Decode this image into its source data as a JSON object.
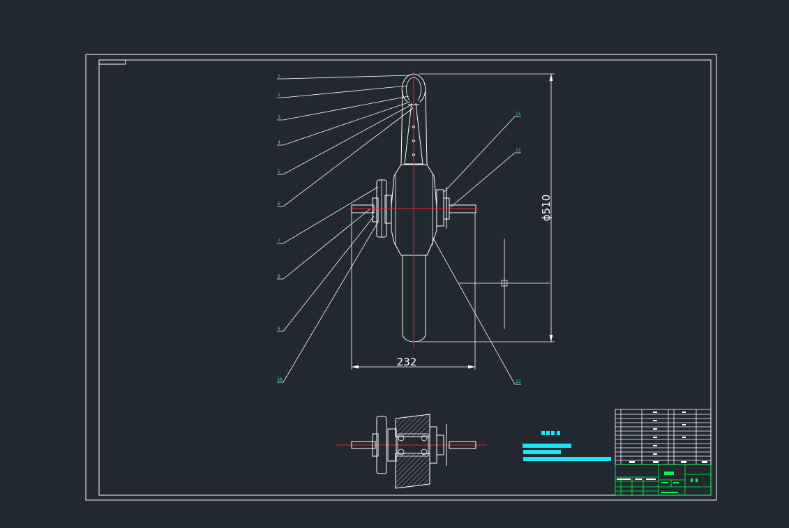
{
  "colors": {
    "background": "#212830",
    "linework": "#ffffff",
    "centerline": "#ff2020",
    "annotation": "#19e6f2",
    "title_block": "#00ff40"
  },
  "dimensions": {
    "overall_width": "232",
    "wheel_diameter": "ϕ510"
  },
  "leader_labels": [
    "1",
    "2",
    "3",
    "4",
    "5",
    "6",
    "7",
    "8",
    "9",
    "10",
    "11",
    "12",
    "13"
  ]
}
